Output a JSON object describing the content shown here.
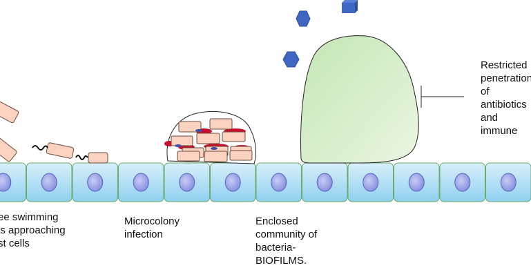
{
  "labels": {
    "free_swimming": [
      "ee swimming",
      "ls approaching",
      "st cells"
    ],
    "microcolony": [
      "Microcolony",
      "infection"
    ],
    "biofilm": [
      "Enclosed",
      "community of",
      "bacteria-",
      "BIOFILMS."
    ],
    "restricted": [
      "Restricted",
      "penetration",
      "of",
      "antibiotics",
      "and",
      "immune"
    ]
  },
  "colors": {
    "host_cell_top": "#d9f0fb",
    "host_cell_bottom": "#8fd0f0",
    "host_cell_border": "#6aaa6a",
    "nucleus": "#7f88dc",
    "bacterium_fill": "#fbd3c0",
    "bacterium_border": "#6a4a3a",
    "red_spots": "#c8102e",
    "matrix_fill": "#d3edc6",
    "antibiotic_blue": "#3f66c2"
  },
  "host_cells": {
    "count": 12
  }
}
